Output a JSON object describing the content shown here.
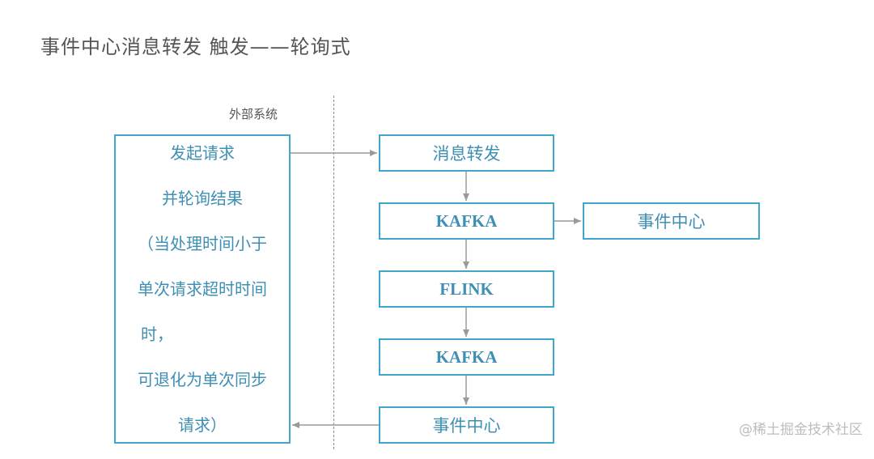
{
  "title": "事件中心消息转发 触发——轮询式",
  "external_system_label": "外部系统",
  "client_box": {
    "lines": [
      "发起请求",
      "并轮询结果",
      "（当处理时间小于",
      "单次请求超时时间",
      "时，",
      "可退化为单次同步",
      "请求）"
    ]
  },
  "nodes": {
    "forward": "消息转发",
    "kafka1": "KAFKA",
    "event_center_right": "事件中心",
    "flink": "FLINK",
    "kafka2": "KAFKA",
    "event_center_bottom": "事件中心"
  },
  "colors": {
    "box_border": "#3fa7cc",
    "box_text": "#3f8fb5",
    "arrow": "#9a9a9a"
  },
  "watermark": "@稀土掘金技术社区"
}
